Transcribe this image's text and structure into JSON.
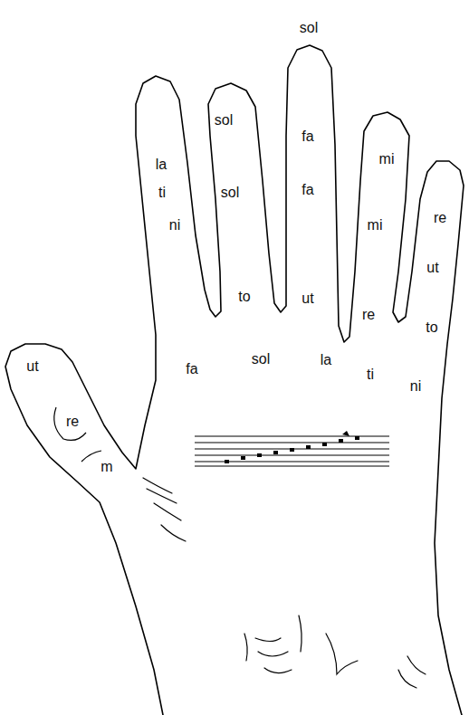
{
  "diagram": {
    "labels": [
      "sol",
      "la",
      "ti",
      "ni",
      "sol",
      "sol",
      "to",
      "fa",
      "fa",
      "ut",
      "mi",
      "mi",
      "re",
      "re",
      "ut",
      "to",
      "fa",
      "sol",
      "la",
      "ti",
      "ni",
      "ut",
      "re",
      "m"
    ]
  }
}
